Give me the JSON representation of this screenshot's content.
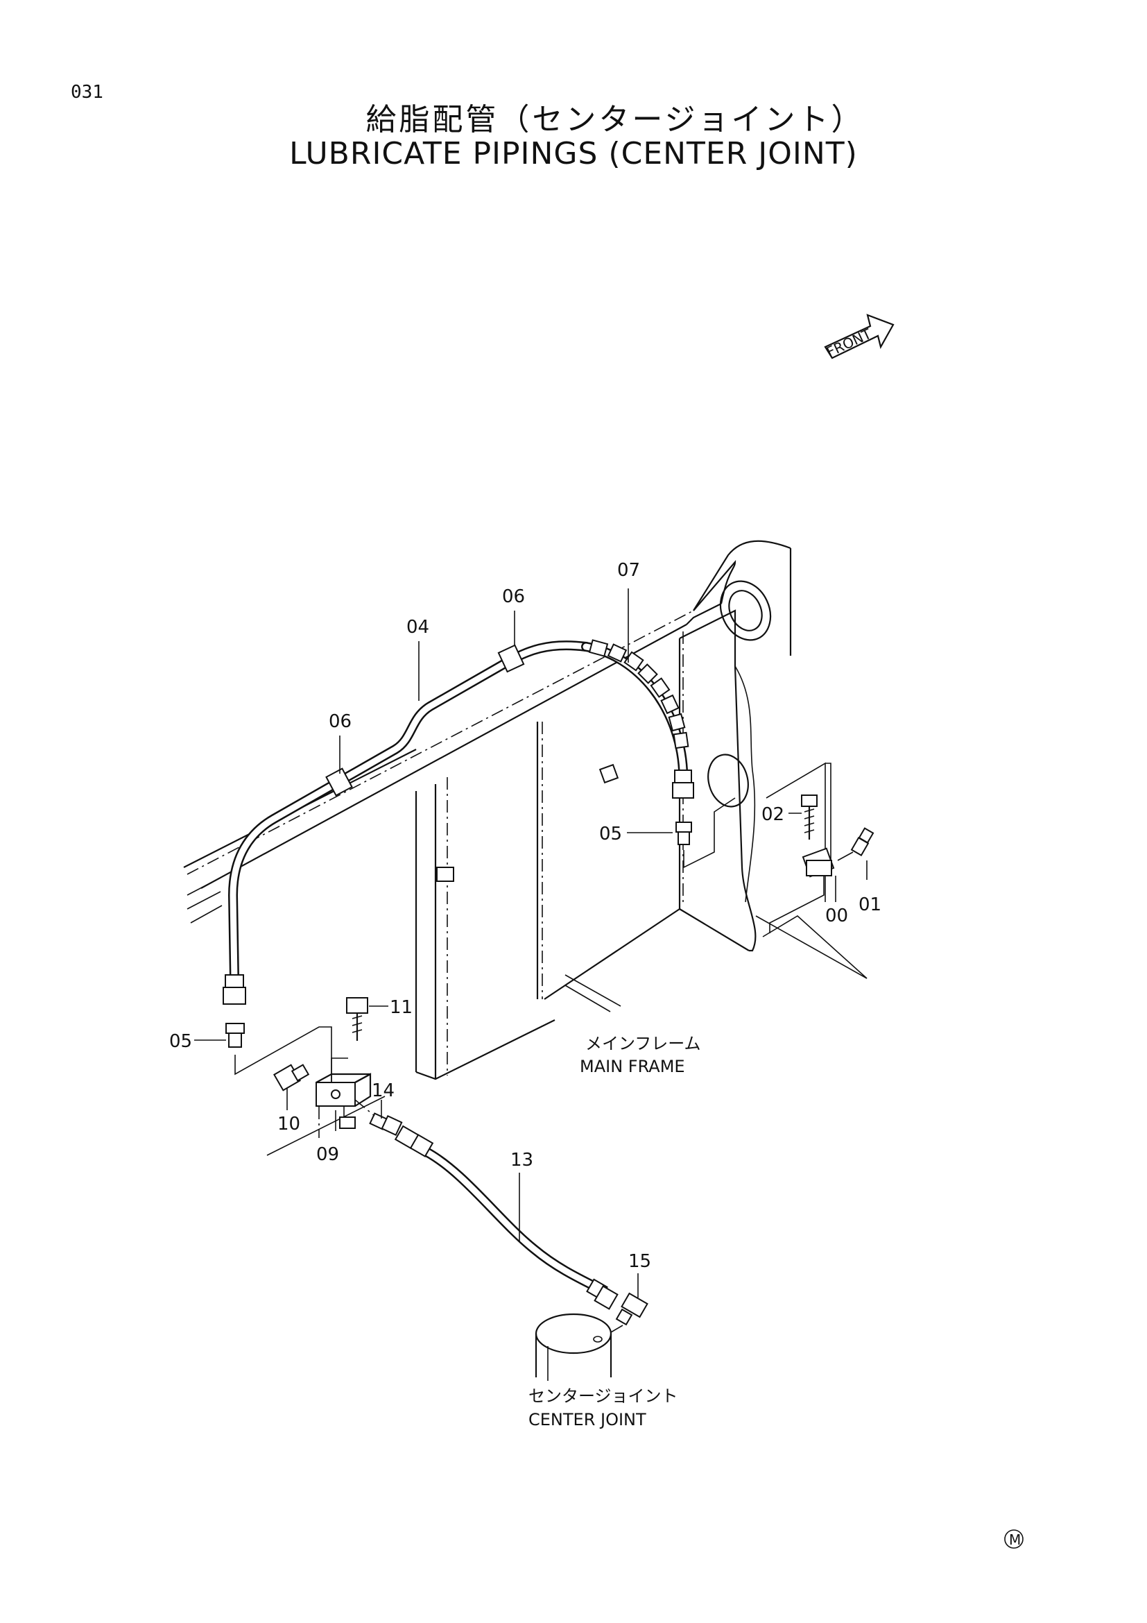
{
  "header": {
    "page_number": "031",
    "title_jp": "給脂配管（センタージョイント）",
    "title_en": "LUBRICATE PIPINGS (CENTER JOINT)"
  },
  "front_indicator": {
    "label": "FRONT",
    "icon": "arrow-icon"
  },
  "labels": {
    "main_frame_jp": "メインフレーム",
    "main_frame_en": "MAIN FRAME",
    "center_joint_jp": "センタージョイント",
    "center_joint_en": "CENTER JOINT"
  },
  "callouts": {
    "c00": "00",
    "c01": "01",
    "c02": "02",
    "c04": "04",
    "c05a": "05",
    "c05b": "05",
    "c06a": "06",
    "c06b": "06",
    "c07": "07",
    "c09": "09",
    "c10": "10",
    "c11": "11",
    "c13": "13",
    "c14": "14",
    "c15": "15"
  },
  "footer": {
    "mark": "M"
  }
}
